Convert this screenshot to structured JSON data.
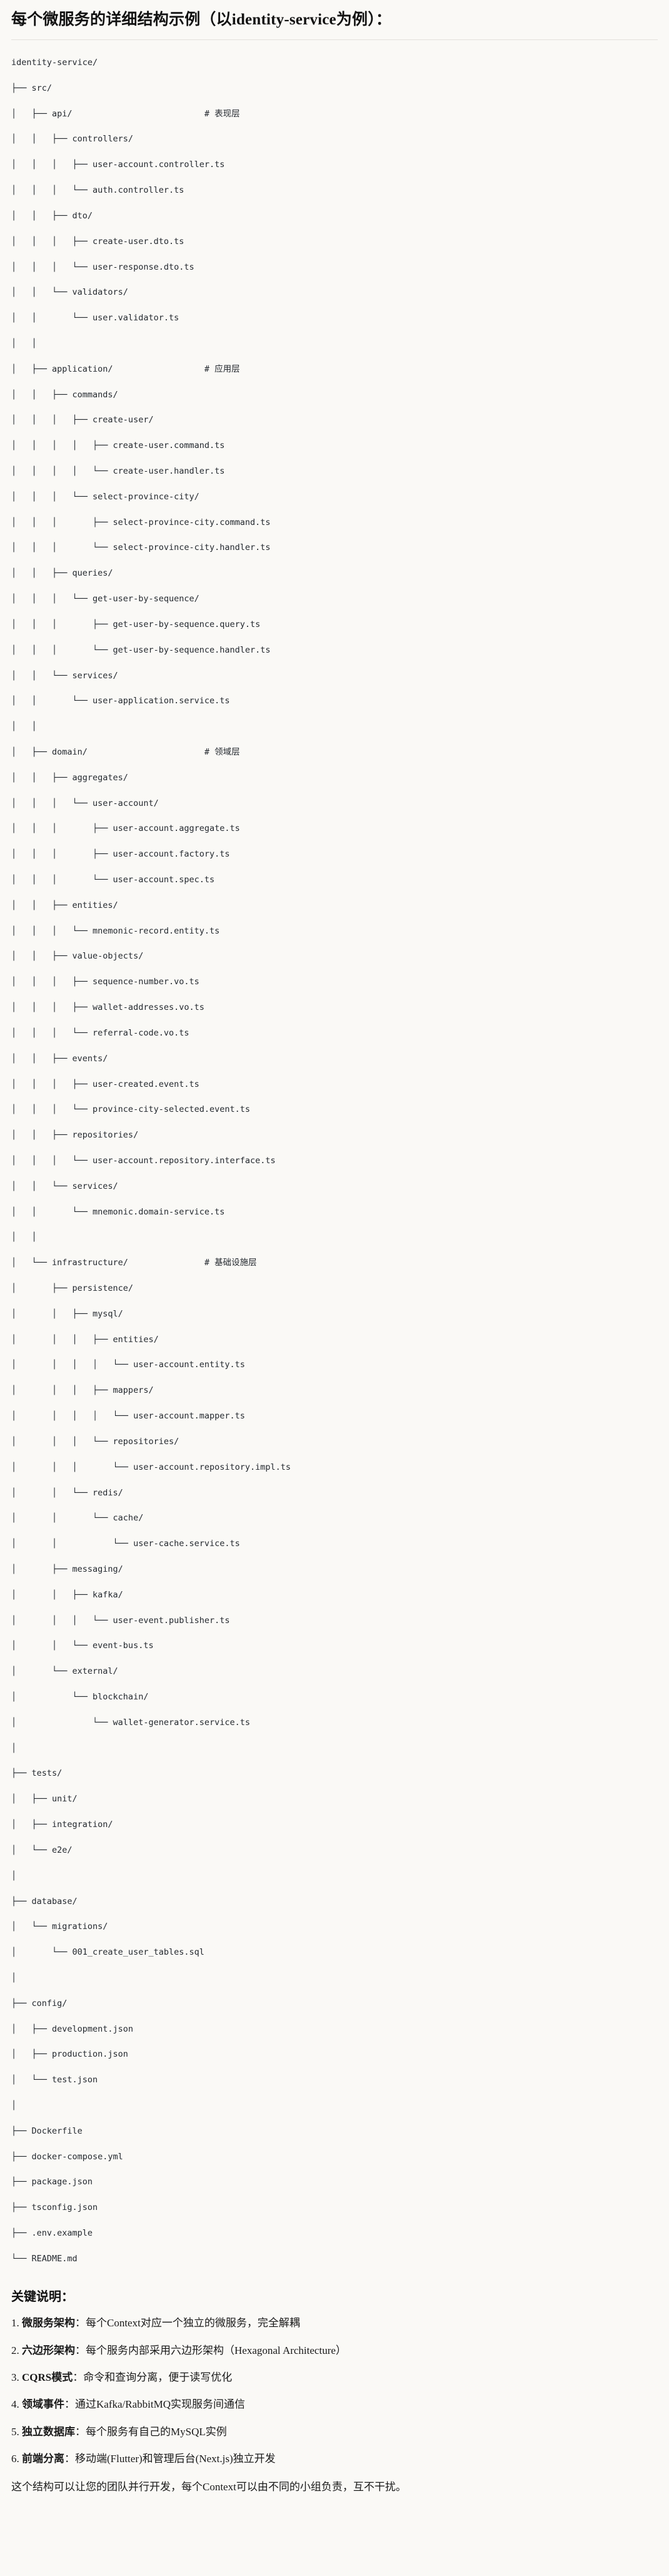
{
  "heading": "每个微服务的详细结构示例（以identity-service为例）：",
  "tree": {
    "lines": [
      "identity-service/",
      "├── src/",
      "│   ├── api/                          # 表现层",
      "│   │   ├── controllers/",
      "│   │   │   ├── user-account.controller.ts",
      "│   │   │   └── auth.controller.ts",
      "│   │   ├── dto/",
      "│   │   │   ├── create-user.dto.ts",
      "│   │   │   └── user-response.dto.ts",
      "│   │   └── validators/",
      "│   │       └── user.validator.ts",
      "│   │",
      "│   ├── application/                  # 应用层",
      "│   │   ├── commands/",
      "│   │   │   ├── create-user/",
      "│   │   │   │   ├── create-user.command.ts",
      "│   │   │   │   └── create-user.handler.ts",
      "│   │   │   └── select-province-city/",
      "│   │   │       ├── select-province-city.command.ts",
      "│   │   │       └── select-province-city.handler.ts",
      "│   │   ├── queries/",
      "│   │   │   └── get-user-by-sequence/",
      "│   │   │       ├── get-user-by-sequence.query.ts",
      "│   │   │       └── get-user-by-sequence.handler.ts",
      "│   │   └── services/",
      "│   │       └── user-application.service.ts",
      "│   │",
      "│   ├── domain/                       # 领域层",
      "│   │   ├── aggregates/",
      "│   │   │   └── user-account/",
      "│   │   │       ├── user-account.aggregate.ts",
      "│   │   │       ├── user-account.factory.ts",
      "│   │   │       └── user-account.spec.ts",
      "│   │   ├── entities/",
      "│   │   │   └── mnemonic-record.entity.ts",
      "│   │   ├── value-objects/",
      "│   │   │   ├── sequence-number.vo.ts",
      "│   │   │   ├── wallet-addresses.vo.ts",
      "│   │   │   └── referral-code.vo.ts",
      "│   │   ├── events/",
      "│   │   │   ├── user-created.event.ts",
      "│   │   │   └── province-city-selected.event.ts",
      "│   │   ├── repositories/",
      "│   │   │   └── user-account.repository.interface.ts",
      "│   │   └── services/",
      "│   │       └── mnemonic.domain-service.ts",
      "│   │",
      "│   └── infrastructure/               # 基础设施层",
      "│       ├── persistence/",
      "│       │   ├── mysql/",
      "│       │   │   ├── entities/",
      "│       │   │   │   └── user-account.entity.ts",
      "│       │   │   ├── mappers/",
      "│       │   │   │   └── user-account.mapper.ts",
      "│       │   │   └── repositories/",
      "│       │   │       └── user-account.repository.impl.ts",
      "│       │   └── redis/",
      "│       │       └── cache/",
      "│       │           └── user-cache.service.ts",
      "│       ├── messaging/",
      "│       │   ├── kafka/",
      "│       │   │   └── user-event.publisher.ts",
      "│       │   └── event-bus.ts",
      "│       └── external/",
      "│           └── blockchain/",
      "│               └── wallet-generator.service.ts",
      "│",
      "├── tests/",
      "│   ├── unit/",
      "│   ├── integration/",
      "│   └── e2e/",
      "│",
      "├── database/",
      "│   └── migrations/",
      "│       └── 001_create_user_tables.sql",
      "│",
      "├── config/",
      "│   ├── development.json",
      "│   ├── production.json",
      "│   └── test.json",
      "│",
      "├── Dockerfile",
      "├── docker-compose.yml",
      "├── package.json",
      "├── tsconfig.json",
      "├── .env.example",
      "└── README.md"
    ]
  },
  "notes": {
    "title": "关键说明：",
    "items": [
      {
        "num": "1.",
        "term": "微服务架构",
        "colon": "：",
        "desc": "每个Context对应一个独立的微服务，完全解耦"
      },
      {
        "num": "2.",
        "term": "六边形架构",
        "colon": "：",
        "desc": "每个服务内部采用六边形架构（Hexagonal Architecture）"
      },
      {
        "num": "3.",
        "term": "CQRS模式",
        "colon": "：",
        "desc": "命令和查询分离，便于读写优化"
      },
      {
        "num": "4.",
        "term": "领域事件",
        "colon": "：",
        "desc": "通过Kafka/RabbitMQ实现服务间通信"
      },
      {
        "num": "5.",
        "term": "独立数据库",
        "colon": "：",
        "desc": "每个服务有自己的MySQL实例"
      },
      {
        "num": "6.",
        "term": "前端分离",
        "colon": "：",
        "desc": "移动端(Flutter)和管理后台(Next.js)独立开发"
      }
    ],
    "footer": "这个结构可以让您的团队并行开发，每个Context可以由不同的小组负责，互不干扰。"
  },
  "colors": {
    "background": "#faf9f6",
    "text": "#1a1a1a",
    "code_text": "#24292f",
    "rule": "#e3e1dc"
  }
}
